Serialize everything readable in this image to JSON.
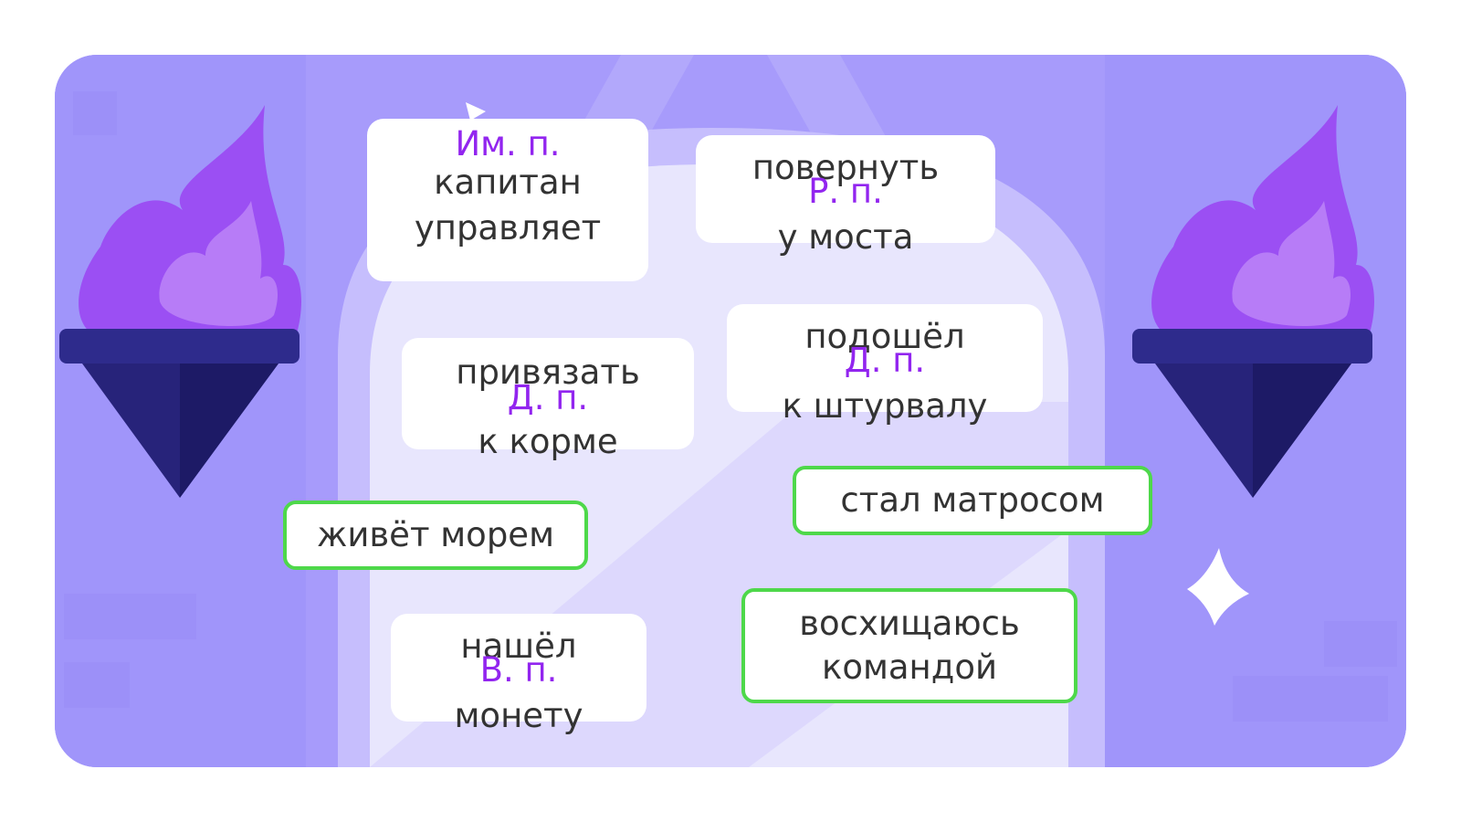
{
  "colors": {
    "scene_bg": "#a79bfb",
    "arch": "#e8e6fd",
    "flame": "#a453f6",
    "torch_dark": "#2c2a88",
    "case_tag": "#9225ef",
    "correct_border": "#4ed84a"
  },
  "icons": [
    "torch-left-icon",
    "torch-right-icon",
    "sparkle-icon"
  ],
  "cards": {
    "card1": {
      "tag": "Им. п.",
      "line1": "капитан",
      "line2": "управляет"
    },
    "card2": {
      "line1": "повернуть",
      "tag": "Р. п.",
      "line2": "у моста"
    },
    "card3": {
      "line1": "привязать",
      "tag": "Д. п.",
      "line2": "к корме"
    },
    "card4": {
      "line1": "подошёл",
      "tag": "Д. п.",
      "line2": "к штурвалу"
    },
    "card5": {
      "text": "стал матросом",
      "state": "correct"
    },
    "card6": {
      "text": "живёт морем",
      "state": "correct"
    },
    "card7": {
      "line1": "нашёл",
      "tag": "В. п.",
      "line2": "монету"
    },
    "card8": {
      "line1": "восхищаюсь",
      "line2": "командой",
      "state": "correct"
    }
  }
}
